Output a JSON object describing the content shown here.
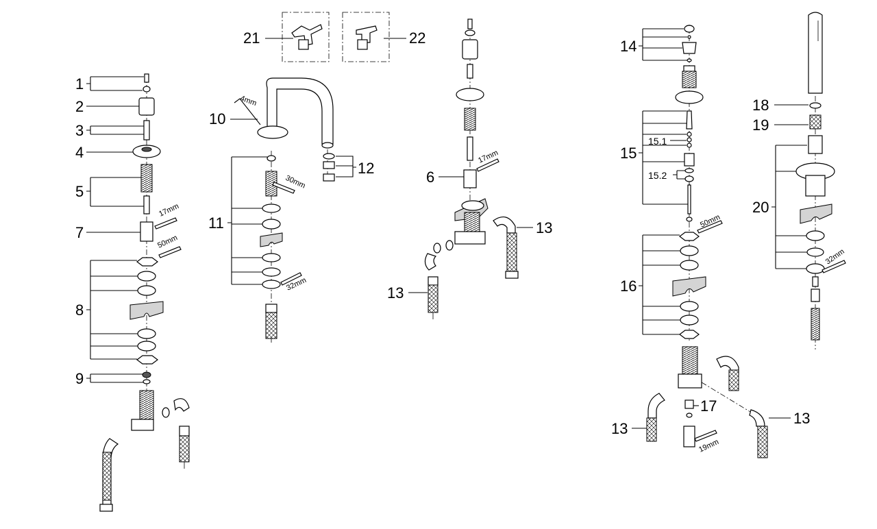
{
  "labels": {
    "l1": "1",
    "l2": "2",
    "l3": "3",
    "l4": "4",
    "l5": "5",
    "l6": "6",
    "l7": "7",
    "l8": "8",
    "l9": "9",
    "l10": "10",
    "l11": "11",
    "l12": "12",
    "l13a": "13",
    "l13b": "13",
    "l13c": "13",
    "l13d": "13",
    "l14": "14",
    "l15": "15",
    "l15_1": "15.1",
    "l15_2": "15.2",
    "l16": "16",
    "l17": "17",
    "l18": "18",
    "l19": "19",
    "l20": "20",
    "l21": "21",
    "l22": "22"
  },
  "wrenches": {
    "w17a": "17mm",
    "w50a": "50mm",
    "w4": "4mm",
    "w30": "30mm",
    "w32a": "32mm",
    "w17b": "17mm",
    "w50b": "50mm",
    "w19": "19mm",
    "w32b": "32mm"
  }
}
